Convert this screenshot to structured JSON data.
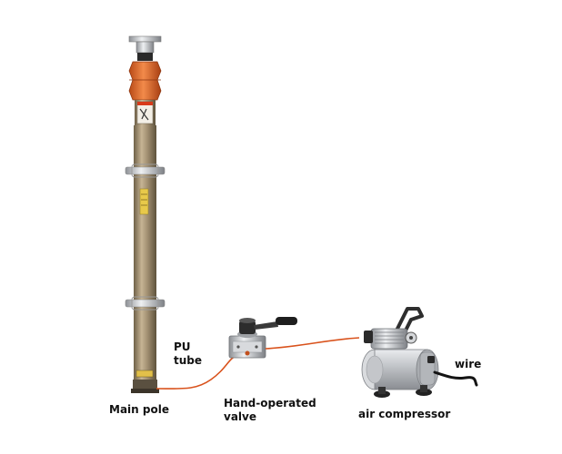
{
  "labels": {
    "main_pole": "Main pole",
    "pu_tube_line1": "PU",
    "pu_tube_line2": "tube",
    "valve_line1": "Hand-operated",
    "valve_line2": "valve",
    "air_compressor": "air compressor",
    "wire": "wire"
  },
  "colors": {
    "pole": "#a29072",
    "pole_dark": "#6f6148",
    "collar": "#e86a2a",
    "clamp": "#c9c9c9",
    "tube": "#d9521c",
    "compressor_body": "#c7c9cc",
    "background": "#ffffff"
  },
  "icons": {
    "main_pole": "telescopic-mast-icon",
    "valve": "hand-valve-icon",
    "compressor": "air-compressor-icon",
    "tube": "pu-tube-icon",
    "wire": "power-wire-icon"
  }
}
